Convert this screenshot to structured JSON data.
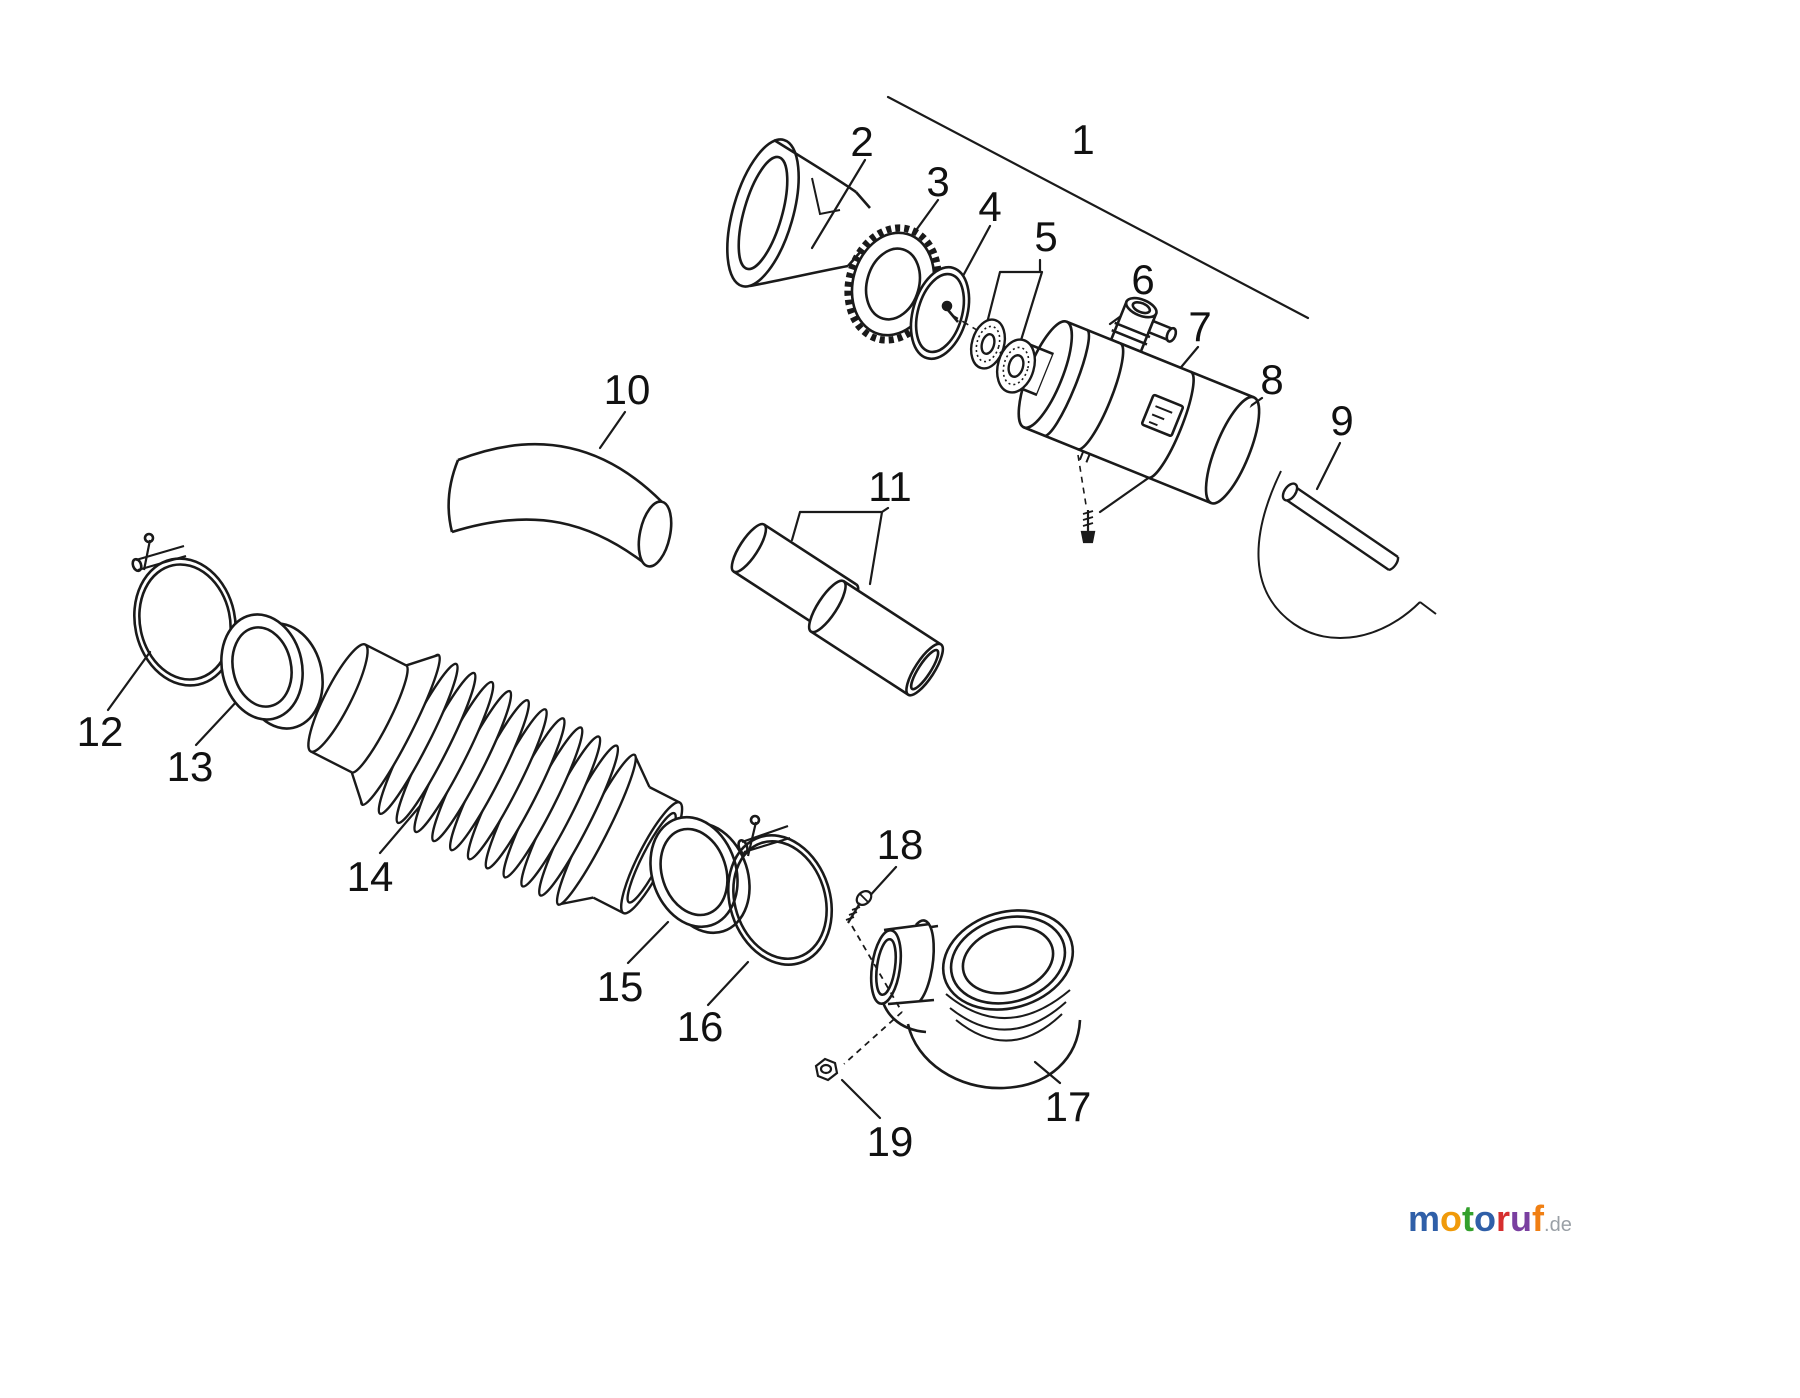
{
  "diagram": {
    "background": "#ffffff",
    "line_color": "#1a1a1a",
    "labels": [
      {
        "part": 1,
        "text": "1"
      },
      {
        "part": 2,
        "text": "2"
      },
      {
        "part": 3,
        "text": "3"
      },
      {
        "part": 4,
        "text": "4"
      },
      {
        "part": 5,
        "text": "5"
      },
      {
        "part": 6,
        "text": "6"
      },
      {
        "part": 7,
        "text": "7"
      },
      {
        "part": 8,
        "text": "8"
      },
      {
        "part": 9,
        "text": "9"
      },
      {
        "part": 10,
        "text": "10"
      },
      {
        "part": 11,
        "text": "11"
      },
      {
        "part": 12,
        "text": "12"
      },
      {
        "part": 13,
        "text": "13"
      },
      {
        "part": 14,
        "text": "14"
      },
      {
        "part": 15,
        "text": "15"
      },
      {
        "part": 16,
        "text": "16"
      },
      {
        "part": 17,
        "text": "17"
      },
      {
        "part": 18,
        "text": "18"
      },
      {
        "part": 19,
        "text": "19"
      }
    ]
  },
  "watermark": {
    "letters": [
      {
        "ch": "m",
        "color": "#2f5fa8"
      },
      {
        "ch": "o",
        "color": "#f09a0a"
      },
      {
        "ch": "t",
        "color": "#33a02c"
      },
      {
        "ch": "o",
        "color": "#2f5fa8"
      },
      {
        "ch": "r",
        "color": "#d62f2f"
      },
      {
        "ch": "u",
        "color": "#7a3fa0"
      },
      {
        "ch": "f",
        "color": "#f07f13"
      },
      {
        "ch": ".de",
        "color": "#9aa0a6"
      }
    ]
  }
}
